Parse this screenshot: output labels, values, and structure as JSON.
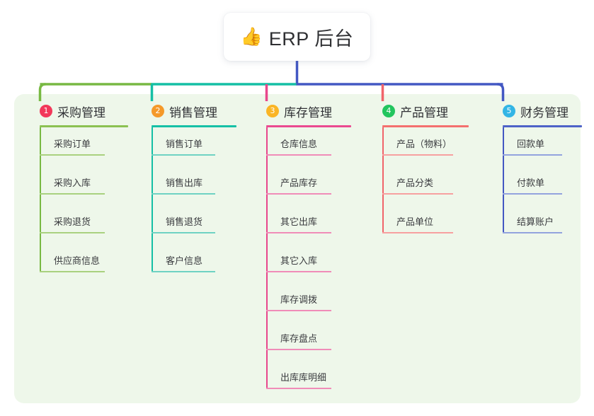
{
  "diagram": {
    "type": "mind-map",
    "title": "ERP 后台",
    "root": {
      "icon": "thumbs-up-icon",
      "emoji": "👍",
      "label": "ERP 后台"
    },
    "panel_color": "#eef7ea",
    "background_color": "#ffffff",
    "trunk_color": "#4358c3",
    "branches": [
      {
        "number": "1",
        "label": "采购管理",
        "badge_color": "#f2385a",
        "line_color": "#78b943",
        "rule_color": "#8cc152",
        "item_rule_color": "#a9d17f",
        "items": [
          "采购订单",
          "采购入库",
          "采购退货",
          "供应商信息"
        ]
      },
      {
        "number": "2",
        "label": "销售管理",
        "badge_color": "#f5992a",
        "line_color": "#15bfa5",
        "rule_color": "#16c0a6",
        "item_rule_color": "#6fd2c3",
        "items": [
          "销售订单",
          "销售出库",
          "销售退货",
          "客户信息"
        ]
      },
      {
        "number": "3",
        "label": "库存管理",
        "badge_color": "#fab526",
        "line_color": "#e8468c",
        "rule_color": "#ea4a90",
        "item_rule_color": "#f08cb8",
        "items": [
          "仓库信息",
          "产品库存",
          "其它出库",
          "其它入库",
          "库存调拨",
          "库存盘点",
          "出库库明细"
        ]
      },
      {
        "number": "4",
        "label": "产品管理",
        "badge_color": "#22c55e",
        "line_color": "#f1646a",
        "rule_color": "#f4706f",
        "item_rule_color": "#f7a0a0",
        "items": [
          "产品（物料）",
          "产品分类",
          "产品单位"
        ]
      },
      {
        "number": "5",
        "label": "财务管理",
        "badge_color": "#33b5e5",
        "line_color": "#4358c3",
        "rule_color": "#4e63c8",
        "item_rule_color": "#93a3de",
        "items": [
          "回款单",
          "付款单",
          "结算账户"
        ]
      }
    ]
  }
}
